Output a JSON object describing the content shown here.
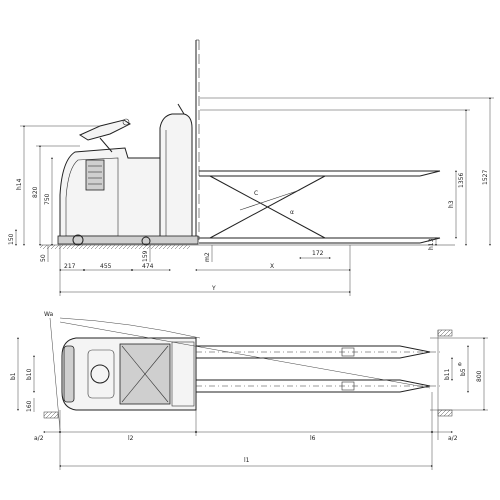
{
  "side_view": {
    "dims": {
      "h14": "h14",
      "v820": "820",
      "v750": "750",
      "v150": "150",
      "v50": "50",
      "v1356": "1356",
      "v1527": "1527",
      "h3": "h3",
      "h13": "h13",
      "m2": "m2",
      "v217": "217",
      "v455": "455",
      "v474": "474",
      "v159": "159",
      "x": "X",
      "v172": "172",
      "y": "Y",
      "c": "C",
      "alpha": "α"
    }
  },
  "top_view": {
    "dims": {
      "wa": "Wa",
      "b1": "b1",
      "b10": "b10",
      "v160": "160",
      "b11": "b11",
      "e": "e",
      "b5": "b5",
      "v800": "800",
      "a2_left": "a/2",
      "l2": "l2",
      "l6": "l6",
      "a2_right": "a/2",
      "l1": "l1"
    }
  }
}
